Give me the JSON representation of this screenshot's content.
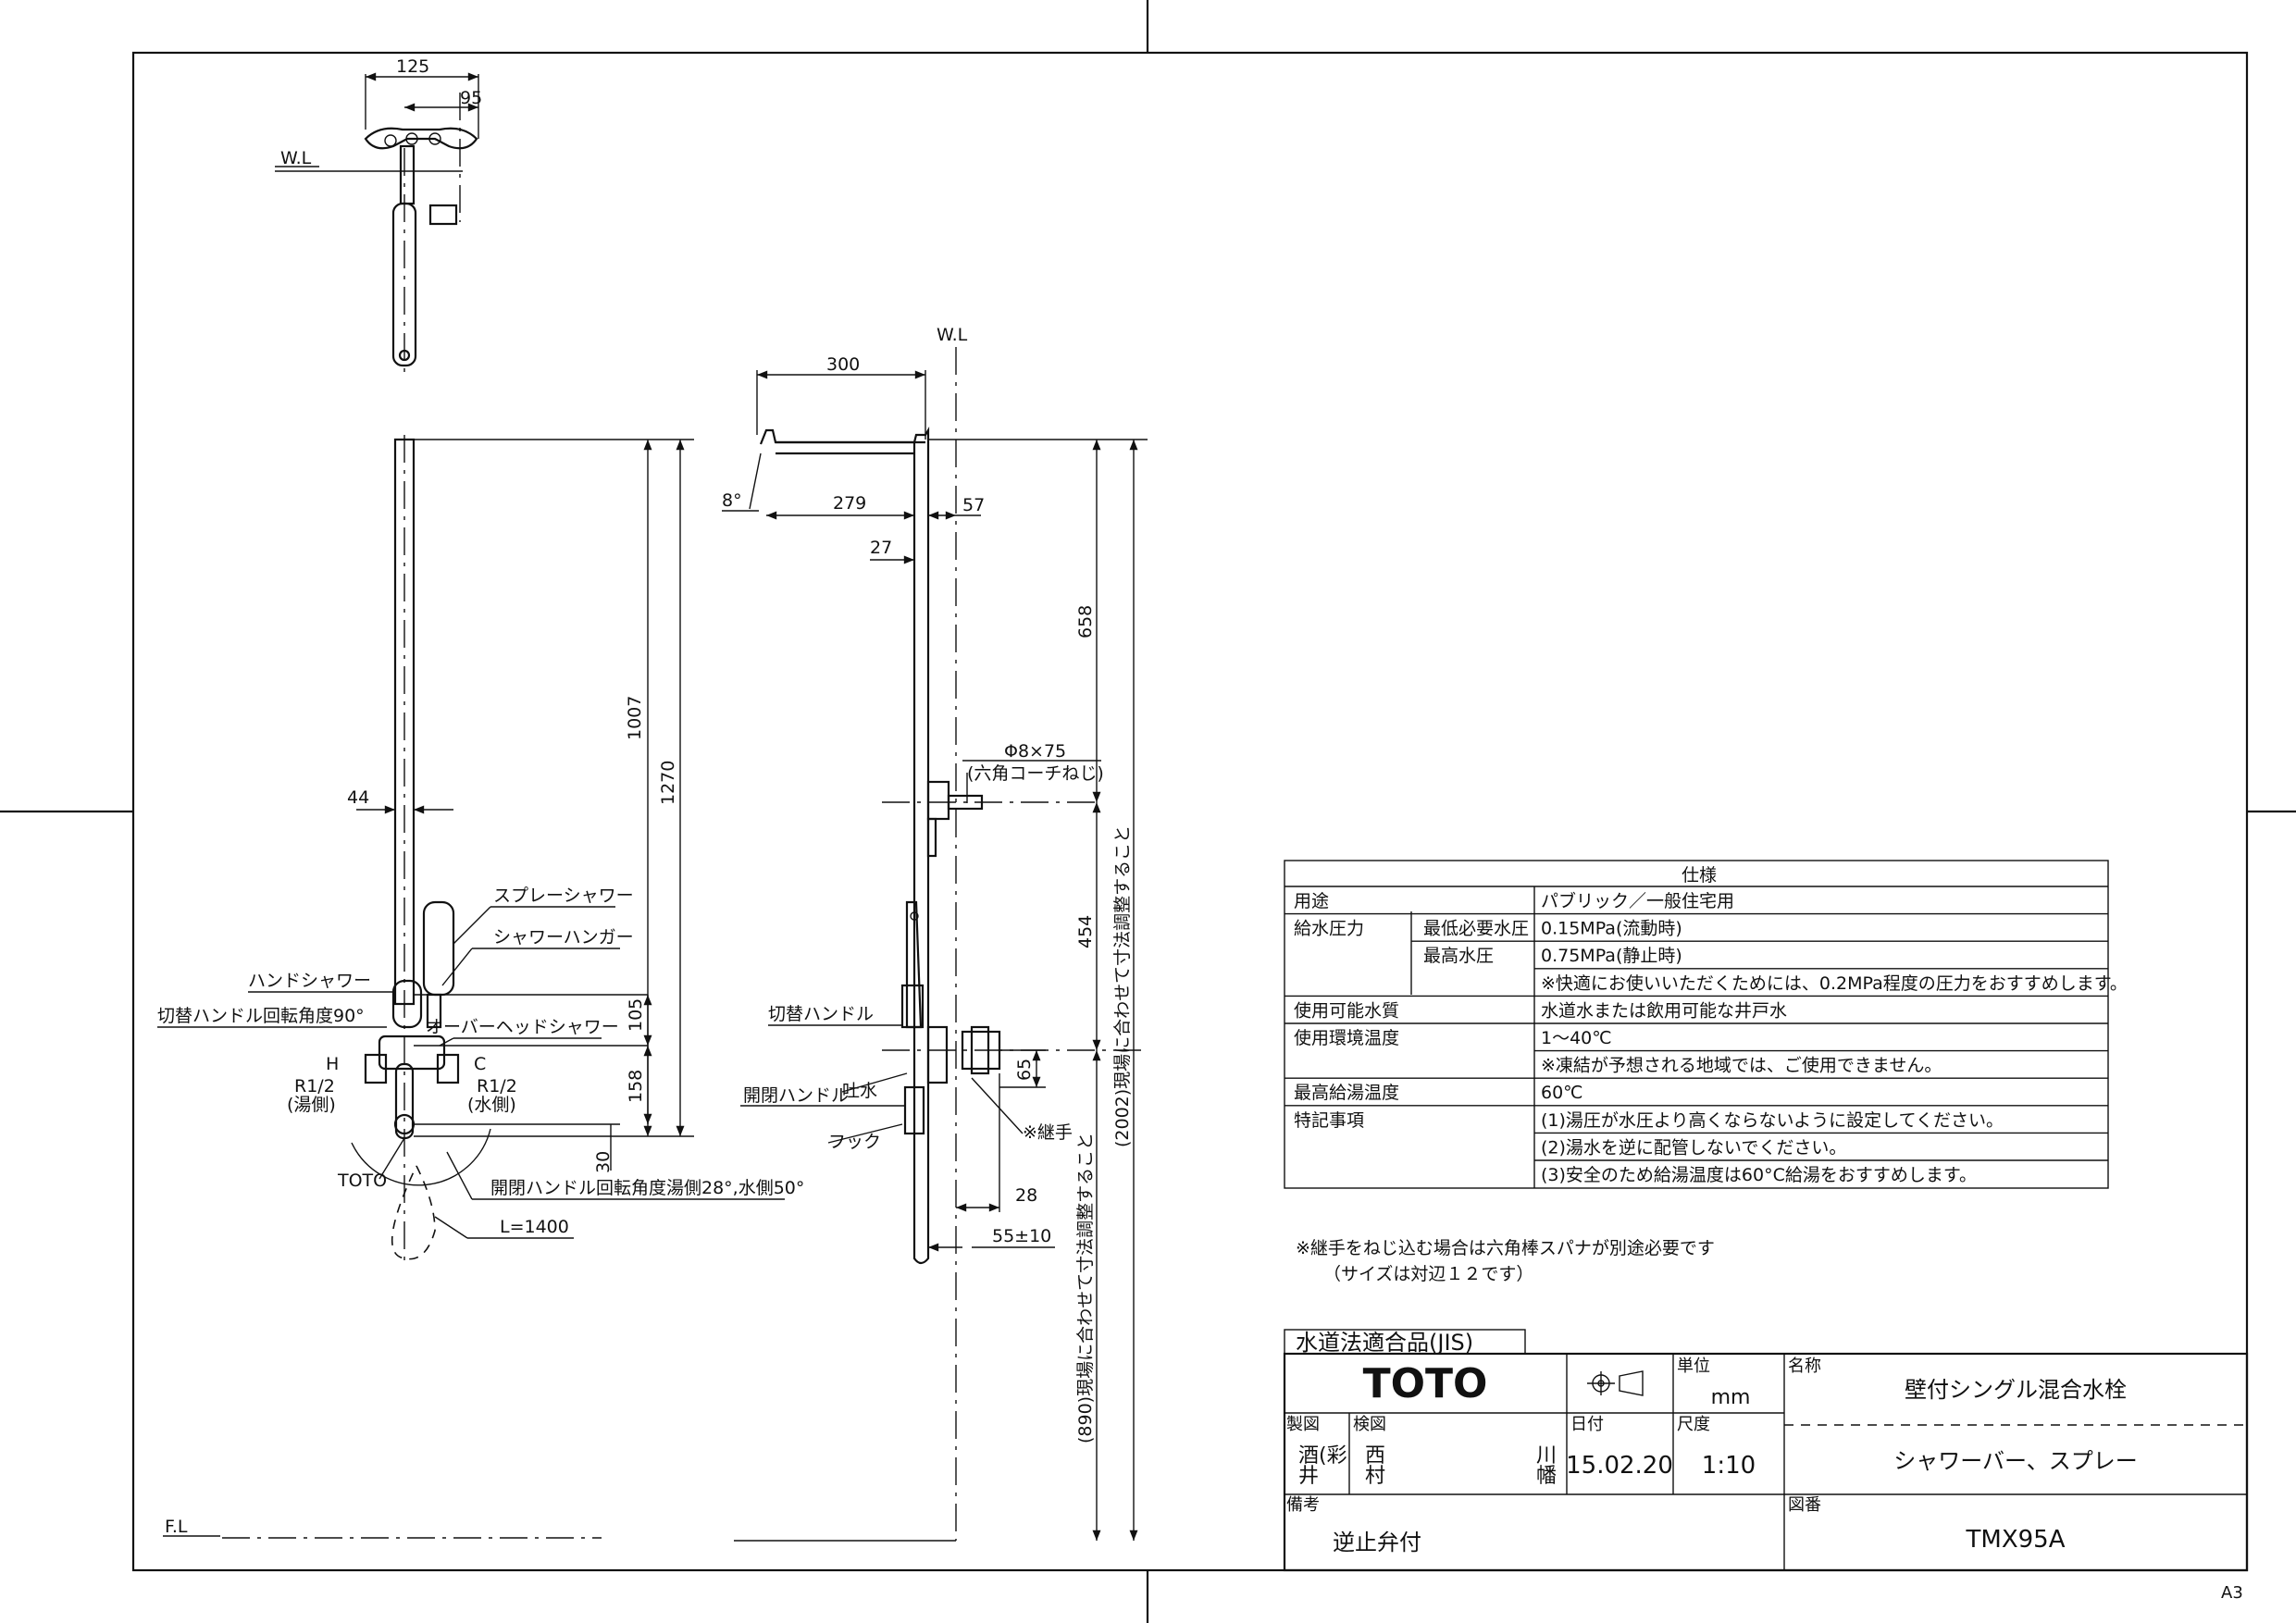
{
  "top_view": {
    "dim_width": "125",
    "dim_offset": "95",
    "wl_label": "W.L"
  },
  "front_view": {
    "dim_44": "44",
    "dim_1007": "1007",
    "dim_1270": "1270",
    "dim_105": "105",
    "dim_158": "158",
    "dim_30": "30",
    "spray_shower": "スプレーシャワー",
    "shower_hanger": "シャワーハンガー",
    "hand_shower": "ハンドシャワー",
    "switch_angle": "切替ハンドル回転角度90°",
    "overhead_shower": "オーバーヘッドシャワー",
    "h_label": "H",
    "c_label": "C",
    "r12_hot": "R1/2",
    "hot_side": "(湯側)",
    "r12_cold": "R1/2",
    "cold_side": "(水側)",
    "toto_mark": "TOTO",
    "open_angle": "開閉ハンドル回転角度湯側28°,水側50°",
    "hose_length": "L=1400",
    "fl_label": "F.L"
  },
  "side_view": {
    "wl_label": "W.L",
    "dim_300": "300",
    "dim_8deg": "8°",
    "dim_279": "279",
    "dim_57": "57",
    "dim_27": "27",
    "dim_658": "658",
    "dim_454": "454",
    "dim_65": "65",
    "dim_28": "28",
    "dim_55": "55±10",
    "bolt": "Φ8×75",
    "bolt_note": "(六角コーチねじ)",
    "switch_handle": "切替ハンドル",
    "spout": "吐水",
    "open_handle": "開閉ハンドル",
    "hook": "フック",
    "joint": "※継手",
    "adj_2002": "(2002)現場に合わせて寸法調整すること",
    "adj_890": "(890)現場に合わせて寸法調整すること"
  },
  "spec": {
    "title": "仕様",
    "rows": [
      {
        "label": "用途",
        "sub": "",
        "value": "パブリック／一般住宅用"
      },
      {
        "label": "給水圧力",
        "sub": "最低必要水圧",
        "value": "0.15MPa(流動時)"
      },
      {
        "label": "",
        "sub": "最高水圧",
        "value": "0.75MPa(静止時)"
      },
      {
        "label": "",
        "sub": "",
        "value": "※快適にお使いいただくためには、0.2MPa程度の圧力をおすすめします。"
      },
      {
        "label": "使用可能水質",
        "sub": "",
        "value": "水道水または飲用可能な井戸水"
      },
      {
        "label": "使用環境温度",
        "sub": "",
        "value": "1～40℃"
      },
      {
        "label": "",
        "sub": "",
        "value": "※凍結が予想される地域では、ご使用できません。"
      },
      {
        "label": "最高給湯温度",
        "sub": "",
        "value": "60℃"
      },
      {
        "label": "特記事項",
        "sub": "",
        "value": "(1)湯圧が水圧より高くならないように設定してください。"
      },
      {
        "label": "",
        "sub": "",
        "value": "(2)湯水を逆に配管しないでください。"
      },
      {
        "label": "",
        "sub": "",
        "value": "(3)安全のため給湯温度は60°C給湯をおすすめします。"
      }
    ]
  },
  "note": {
    "line1": "※継手をねじ込む場合は六角棒スパナが別途必要です",
    "line2": "（サイズは対辺１２です）"
  },
  "title_block": {
    "jis": "水道法適合品(JIS)",
    "logo": "TOTO",
    "unit_label": "単位",
    "unit_value": "mm",
    "name_label": "名称",
    "name_value": "壁付シングル混合水栓",
    "drawn_label": "製図",
    "drawn_value1": "酒(彩",
    "drawn_value2": "井",
    "checked_label": "検図",
    "checked_value1": "西",
    "checked_value2": "村",
    "approved_value1": "川",
    "approved_value2": "幡",
    "date_label": "日付",
    "date_value": "15.02.20",
    "scale_label": "尺度",
    "scale_value": "1:10",
    "subname_value": "シャワーバー、スプレー",
    "remarks_label": "備考",
    "remarks_value": "逆止弁付",
    "dwgno_label": "図番",
    "dwgno_value": "TMX95A",
    "sheet_size": "A3"
  }
}
